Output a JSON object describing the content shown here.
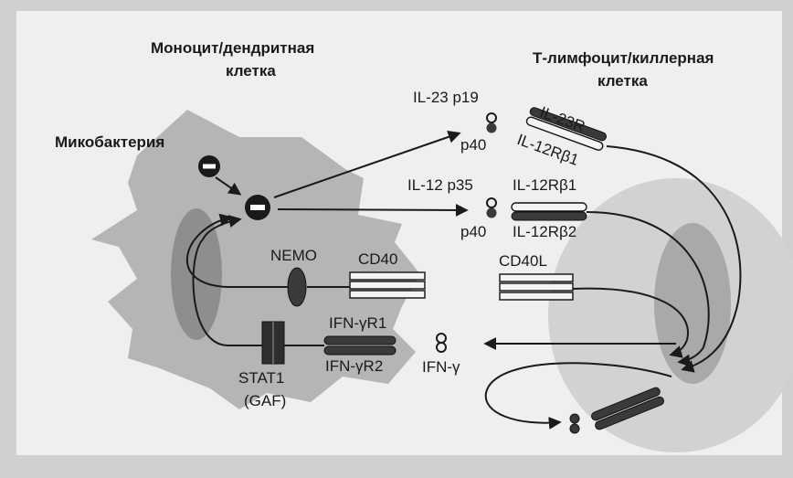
{
  "titles": {
    "left_cell": [
      "Моноцит/дендритная",
      "клетка"
    ],
    "right_cell": [
      "Т-лимфоцит/киллерная",
      "клетка"
    ],
    "mycobacteria": "Микобактерия"
  },
  "labels": {
    "il23_p19": "IL-23 p19",
    "p40_a": "p40",
    "il23r": "IL-23R",
    "il12rb1_a": "IL-12Rβ1",
    "il12_p35": "IL-12 p35",
    "p40_b": "p40",
    "il12rb1_b": "IL-12Rβ1",
    "il12rb2": "IL-12Rβ2",
    "nemo": "NEMO",
    "cd40": "CD40",
    "cd40l": "CD40L",
    "ifngr1": "IFN-γR1",
    "ifngr2": "IFN-γR2",
    "ifng": "IFN-γ",
    "stat1": "STAT1",
    "gaf": "(GAF)"
  },
  "colors": {
    "background": "#cfcfcf",
    "panel": "#efefef",
    "cell": "#b5b5b5",
    "nucleus": "#8e8e8e",
    "tcell": "#d2d2d2",
    "receptor_dark": "#3a3a3a",
    "receptor_light": "#f4f4f4"
  }
}
